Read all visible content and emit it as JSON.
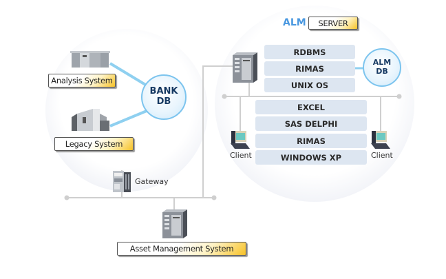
{
  "diagram": {
    "left_group": {
      "nodes": [
        {
          "id": "analysis",
          "label": "Analysis System",
          "icon": "server-rack-icon"
        },
        {
          "id": "legacy",
          "label": "Legacy System",
          "icon": "mainframe-icon"
        }
      ],
      "database": {
        "line1": "BANK",
        "line2": "DB"
      }
    },
    "gateway": {
      "label": "Gateway",
      "icon": "gateway-server-icon"
    },
    "asset": {
      "label": "Asset Management System",
      "icon": "server-tower-icon"
    },
    "alm": {
      "title_prefix": "ALM",
      "title_box": "SERVER",
      "server_stack": [
        "RDBMS",
        "RIMAS",
        "UNIX OS"
      ],
      "database": {
        "line1": "ALM",
        "line2": "DB"
      },
      "client_stack": [
        "EXCEL",
        "SAS DELPHI",
        "RIMAS",
        "WINDOWS XP"
      ],
      "clients": [
        {
          "label": "Client",
          "icon": "client-pc-icon"
        },
        {
          "label": "Client",
          "icon": "client-pc-icon"
        }
      ]
    },
    "colors": {
      "db_border": "#7cc4ee",
      "db_link": "#8fd0f0",
      "label_accent": "#f7c228",
      "alm_title": "#4a98e0",
      "stack_bg": "#dde6f1",
      "wire": "#c8c8c8"
    }
  }
}
